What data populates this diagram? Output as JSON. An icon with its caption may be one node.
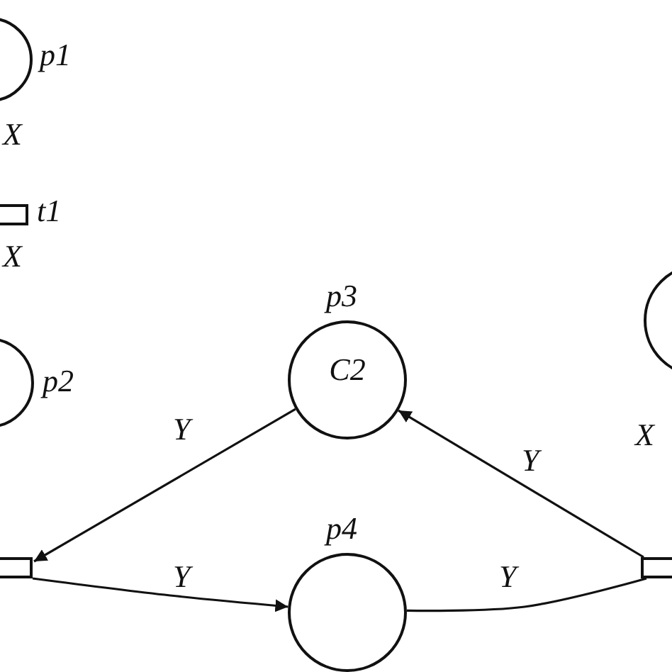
{
  "diagram": {
    "nodes": [
      {
        "text": [],
        "shape": "circle",
        "beside": [
          "p1"
        ]
      },
      {
        "text": [],
        "shape": "bar",
        "beside": [
          "t1"
        ]
      },
      {
        "text": [],
        "shape": "circle",
        "beside": [
          "p2"
        ]
      },
      {
        "text": [
          "C2"
        ],
        "beside": [
          "p3"
        ]
      },
      {
        "text": [],
        "shape": "circle"
      },
      {
        "text": [],
        "shape": "bar"
      },
      {
        "text": [],
        "shape": "bar"
      },
      {
        "text": [],
        "shape": "circle",
        "beside": [
          "p4"
        ]
      }
    ],
    "edges": [
      {
        "from": 3,
        "to": 5,
        "arrow": "to",
        "label": "Y"
      },
      {
        "from": 5,
        "to": 7,
        "arrow": "to",
        "label": "Y"
      },
      {
        "from": 7,
        "to": 6,
        "arrow": "none",
        "label": "Y"
      },
      {
        "from": 6,
        "to": 3,
        "arrow": "to",
        "label": "Y"
      }
    ],
    "labels": [
      "X",
      "X",
      "X"
    ]
  }
}
